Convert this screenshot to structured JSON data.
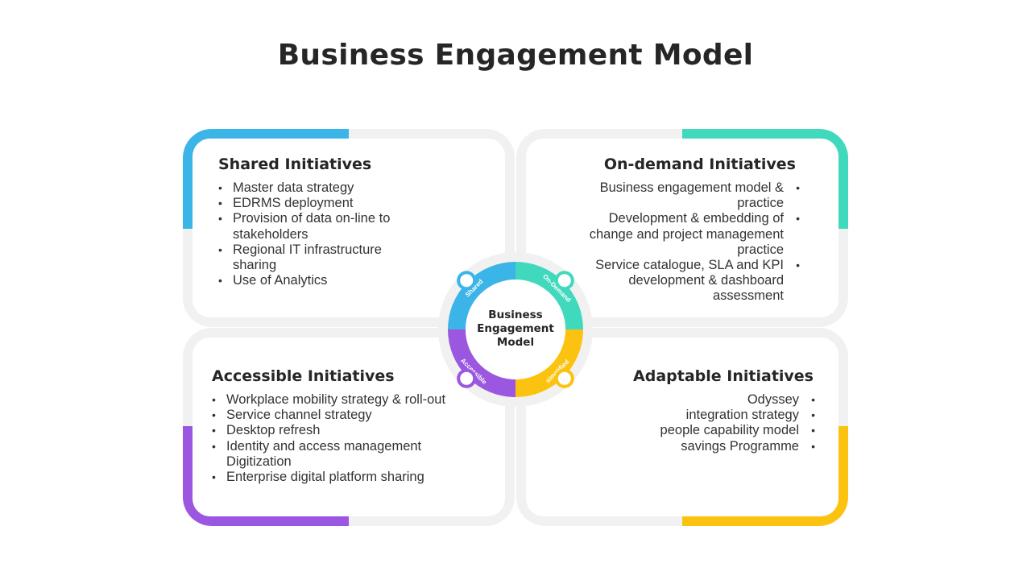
{
  "title": "Business Engagement Model",
  "center": {
    "line1": "Business",
    "line2": "Engagement",
    "line3": "Model",
    "segments": [
      {
        "label": "Shared",
        "color": "#3BB5E8"
      },
      {
        "label": "On-Demand",
        "color": "#41D9BD"
      },
      {
        "label": "simplified",
        "color": "#FBC30F"
      },
      {
        "label": "Accessible",
        "color": "#9B57E0"
      }
    ]
  },
  "quadrants": {
    "shared": {
      "title": "Shared Initiatives",
      "color": "#3BB5E8",
      "items": [
        "Master data strategy",
        "EDRMS deployment",
        "Provision of data on-line to stakeholders",
        "Regional IT infrastructure sharing",
        "Use of Analytics"
      ]
    },
    "ondemand": {
      "title": "On-demand Initiatives",
      "color": "#41D9BD",
      "items": [
        "Business engagement model & practice",
        "Development & embedding of change and project management practice",
        "Service catalogue, SLA and KPI development & dashboard assessment"
      ]
    },
    "accessible": {
      "title": "Accessible Initiatives",
      "color": "#9B57E0",
      "items": [
        "Workplace mobility strategy & roll-out",
        "Service channel strategy",
        "Desktop refresh",
        "Identity and access management Digitization",
        "Enterprise digital platform sharing"
      ]
    },
    "adaptable": {
      "title": "Adaptable Initiatives",
      "color": "#FBC30F",
      "items": [
        "Odyssey",
        "integration strategy",
        "people capability model",
        "savings Programme"
      ]
    }
  }
}
